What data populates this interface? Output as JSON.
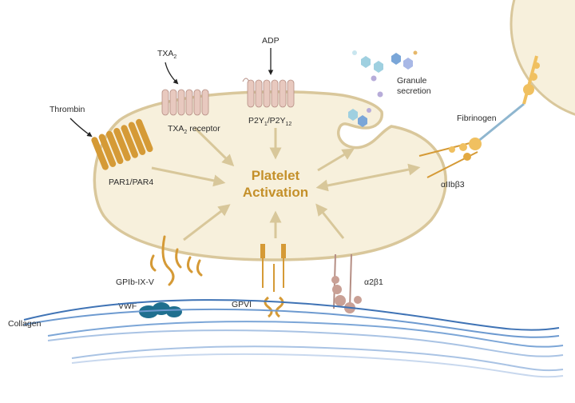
{
  "labels": {
    "thrombin": "Thrombin",
    "txa2": "TXA",
    "txa2_sub": "2",
    "txa2_receptor": "TXA",
    "txa2_receptor_sub": "2",
    "txa2_receptor_rest": " receptor",
    "adp": "ADP",
    "p2y_a": "P2Y",
    "p2y_sub1": "1",
    "p2y_slash": "/P2Y",
    "p2y_sub2": "12",
    "granule_line1": "Granule",
    "granule_line2": "secretion",
    "fibrinogen": "Fibrinogen",
    "integrin_iib": "αIIbβ3",
    "par": "PAR1/PAR4",
    "center_line1": "Platelet",
    "center_line2": "Activation",
    "gpib": "GPIb-IX-V",
    "vwf": "VWF",
    "gpvi": "GPVI",
    "a2b1": "α2β1",
    "collagen": "Collagen"
  },
  "colors": {
    "cell_fill": "#f7f0dc",
    "cell_stroke": "#d9c79b",
    "arrow": "#d8c79a",
    "receptor_gold": "#d59a36",
    "receptor_pink": "#e8c9bf",
    "vwf_blue": "#1f6f8f",
    "collagen_blue": "#5d8fc8",
    "integrin_mauve": "#b58e84"
  }
}
